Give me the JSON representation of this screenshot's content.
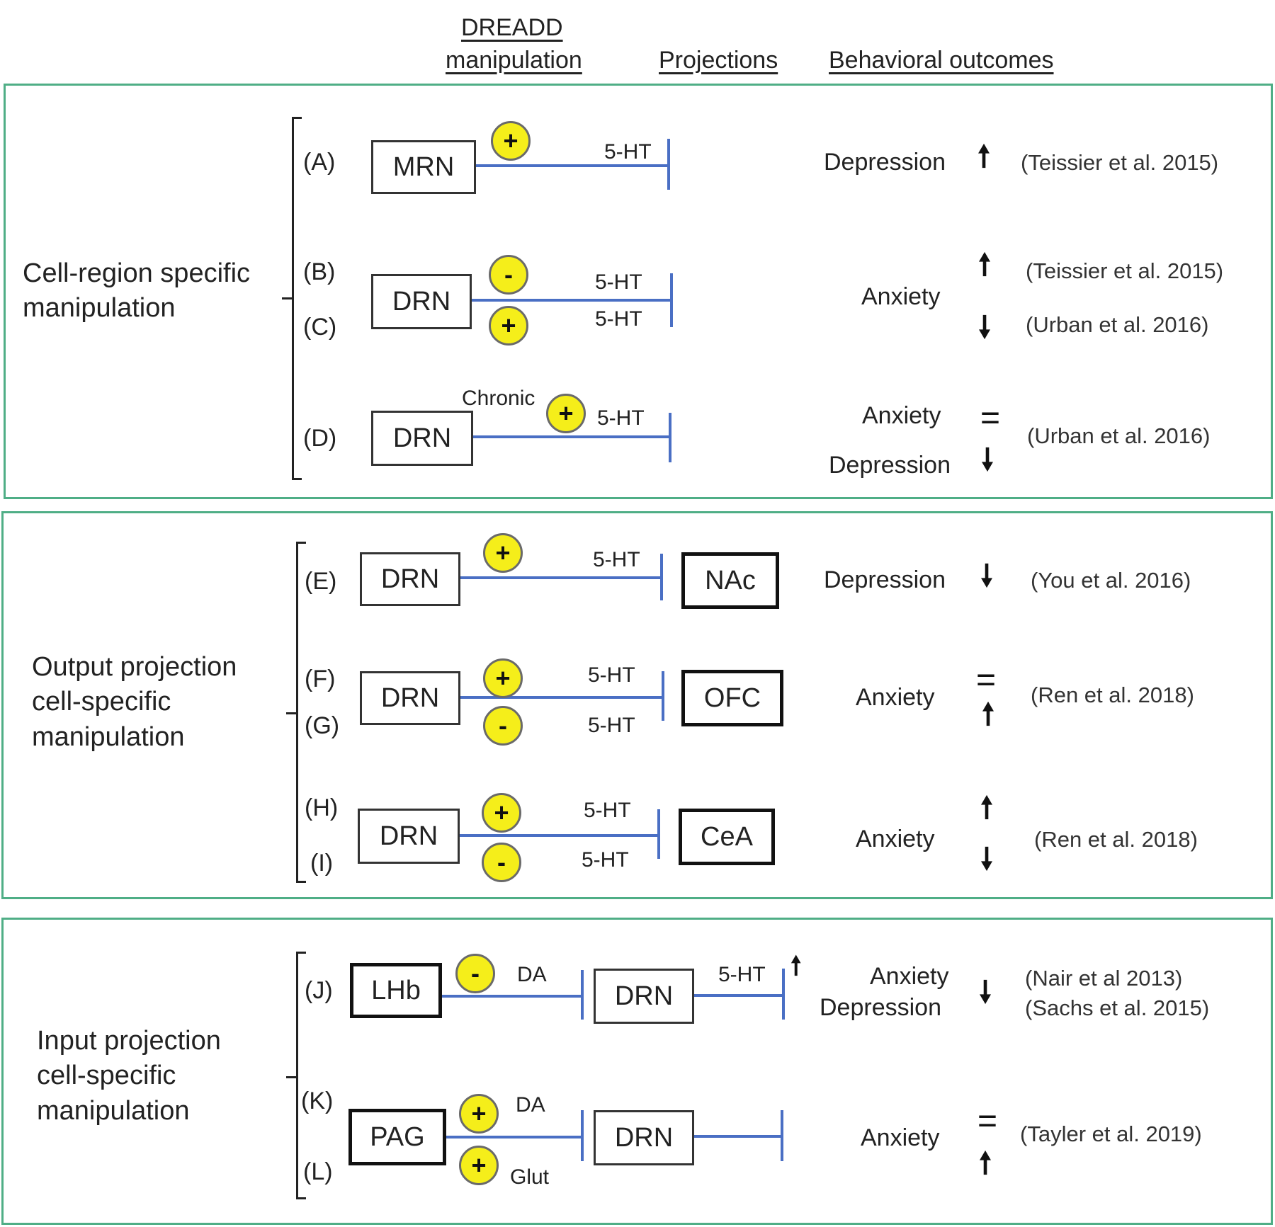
{
  "headers": {
    "dreadd_line1": "DREADD",
    "dreadd_line2": "manipulation",
    "projections": "Projections",
    "behavioral": "Behavioral outcomes"
  },
  "panels": [
    {
      "group_label_line1": "Cell-region specific",
      "group_label_line2": "manipulation",
      "rows": [
        {
          "label": "(A)",
          "source": "MRN",
          "sign": "+",
          "nt": "5-HT",
          "outcome": "Depression",
          "effect": "up",
          "ref": "(Teissier et al. 2015)"
        },
        {
          "label": "(B)",
          "source": "DRN",
          "sign": "-",
          "nt": "5-HT",
          "outcome": "Anxiety",
          "effect": "up",
          "ref": "(Teissier et al. 2015)"
        },
        {
          "label": "(C)",
          "sign": "+",
          "nt": "5-HT",
          "effect": "down",
          "ref": "(Urban et al. 2016)"
        },
        {
          "label": "(D)",
          "source": "DRN",
          "modifier": "Chronic",
          "sign": "+",
          "nt": "5-HT",
          "outcome": "Anxiety",
          "effect": "equal",
          "outcome2": "Depression",
          "effect2": "down",
          "ref": "(Urban et al. 2016)"
        }
      ]
    },
    {
      "group_label_line1": "Output projection",
      "group_label_line2": "cell-specific",
      "group_label_line3": "manipulation",
      "rows": [
        {
          "label": "(E)",
          "source": "DRN",
          "sign": "+",
          "nt": "5-HT",
          "target": "NAc",
          "outcome": "Depression",
          "effect": "down",
          "ref": "(You et al. 2016)"
        },
        {
          "label": "(F)",
          "source": "DRN",
          "sign": "+",
          "nt": "5-HT",
          "target": "OFC",
          "outcome": "Anxiety",
          "effect": "equal",
          "ref": "(Ren et al. 2018)"
        },
        {
          "label": "(G)",
          "sign": "-",
          "nt": "5-HT",
          "effect": "up"
        },
        {
          "label": "(H)",
          "source": "DRN",
          "sign": "+",
          "nt": "5-HT",
          "target": "CeA",
          "outcome": "Anxiety",
          "effect": "up",
          "ref": "(Ren et al. 2018)"
        },
        {
          "label": "(I)",
          "sign": "-",
          "nt": "5-HT",
          "effect": "down"
        }
      ]
    },
    {
      "group_label_line1": "Input projection",
      "group_label_line2": "cell-specific",
      "group_label_line3": "manipulation",
      "rows": [
        {
          "label": "(J)",
          "source": "LHb",
          "sign": "-",
          "nt": "DA",
          "target": "DRN",
          "nt2": "5-HT",
          "nt2_effect": "up",
          "outcome": "Anxiety",
          "outcome2": "Depression",
          "effect": "down",
          "ref": "(Nair et al 2013)",
          "ref2": "(Sachs et al. 2015)"
        },
        {
          "label": "(K)",
          "source": "PAG",
          "sign": "+",
          "nt": "DA",
          "target": "DRN",
          "outcome": "Anxiety",
          "effect": "equal",
          "ref": "(Tayler et al. 2019)"
        },
        {
          "label": "(L)",
          "sign": "+",
          "nt": "Glut",
          "effect": "up"
        }
      ]
    }
  ],
  "glyphs": {
    "up": "🠕",
    "down": "🠗",
    "equal": "="
  },
  "colors": {
    "panel_border": "#4fae86",
    "connector": "#4a6fc4",
    "dreadd_fill": "#f5ee1a"
  }
}
